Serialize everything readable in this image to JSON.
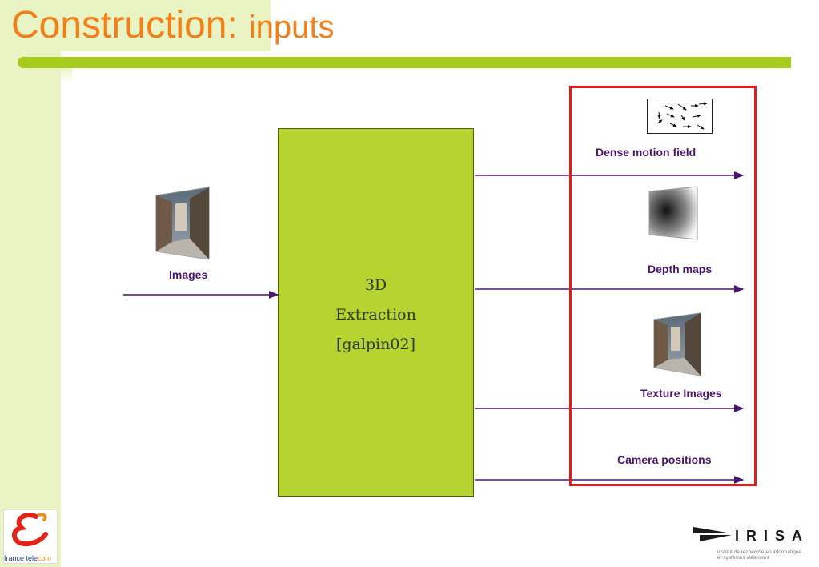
{
  "slide": {
    "title": "Construction:",
    "subtitle": "inputs"
  },
  "diagram": {
    "input_label": "Images",
    "process_lines": [
      "3D",
      "Extraction",
      "[galpin02]"
    ],
    "outputs": [
      "Dense motion field",
      "Depth maps",
      "Texture Images",
      "Camera positions"
    ]
  },
  "logos": {
    "left_caption_a": "france tele",
    "left_caption_b": "com",
    "right_name": "IRISA",
    "right_line1": "institut de recherche en informatique",
    "right_line2": "et systèmes aléatoires"
  },
  "colors": {
    "title_orange": "#f27f17",
    "accent_green": "#a8cc1e",
    "box_green": "#b5d430",
    "arrow_purple": "#4a1670",
    "frame_red": "#e21b1b"
  }
}
